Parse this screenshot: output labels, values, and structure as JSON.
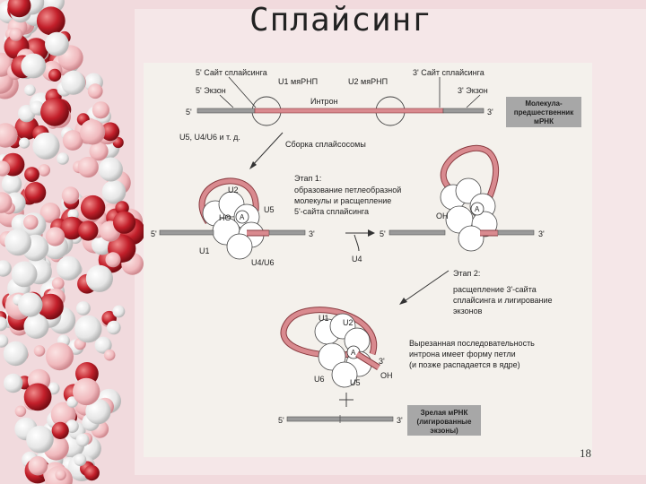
{
  "slide": {
    "title": "Сплайсинг",
    "page_number": "18"
  },
  "diagram": {
    "top": {
      "label_5_site": "5' Сайт сплайсинга",
      "label_u1": "U1 мяРНП",
      "label_u2": "U2 мяРНП",
      "label_3_site": "3' Сайт сплайсинга",
      "label_5_exon": "5' Экзон",
      "label_3_exon": "3' Экзон",
      "label_intron": "Интрон",
      "end5": "5'",
      "end3": "3'",
      "box_precursor": "Молекула-предшественник мРНК"
    },
    "assembly": {
      "factors": "U5, U4/U6 и т. д.",
      "label": "Сборка сплайсосомы"
    },
    "stage1": {
      "title": "Этап 1:",
      "text1": "образование петлеобразной",
      "text2": "молекулы и расщепление",
      "text3": "5'-сайта сплайсинга",
      "u2": "U2",
      "u5": "U5",
      "u1": "U1",
      "u4u6": "U4/U6",
      "ho": "НО",
      "a": "A",
      "end5": "5'",
      "end3": "3'",
      "released": "U4",
      "oh": "ОН",
      "end5b": "5'",
      "end3b": "3'"
    },
    "stage2": {
      "title": "Этап 2:",
      "text1": "расщепление 3'-сайта",
      "text2": "сплайсинга и лигирование",
      "text3": "экзонов",
      "u1": "U1",
      "u2": "U2",
      "u6": "U6",
      "u5": "U5",
      "a": "A",
      "end3": "3'",
      "oh": "ОН",
      "lariat1": "Вырезанная последовательность",
      "lariat2": "интрона имеет форму петли",
      "lariat3": "(и позже распадается в ядре)"
    },
    "mature": {
      "end5": "5'",
      "end3": "3'",
      "box": "Зрелая мРНК (лигированные экзоны)"
    }
  },
  "colors": {
    "intron": "#d98a8f",
    "exon": "#9a9a9a",
    "box": "#a7a7a7"
  }
}
